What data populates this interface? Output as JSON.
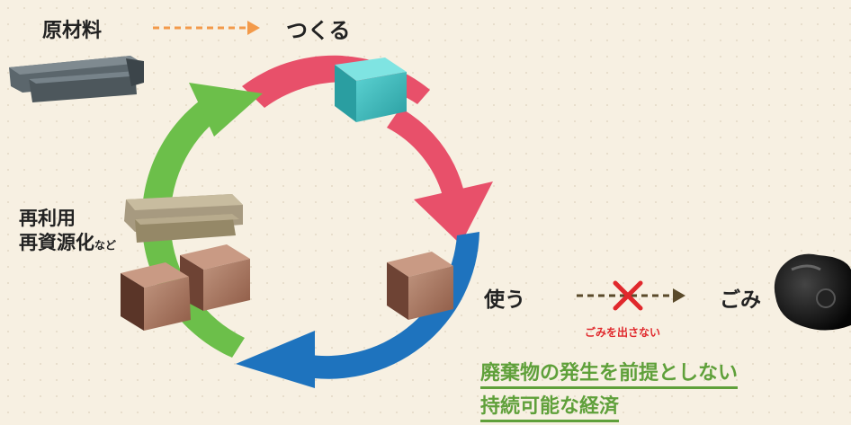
{
  "labels": {
    "raw_material": "原材料",
    "make": "つくる",
    "use": "使う",
    "waste": "ごみ",
    "reuse_line1": "再利用",
    "reuse_line2": "再資源化",
    "reuse_suffix": "など",
    "no_waste": "ごみを出さない"
  },
  "goal": {
    "line1": "廃棄物の発生を前提としない",
    "line2": "持続可能な経済"
  },
  "colors": {
    "make_arrow": "#e8506a",
    "use_arrow": "#1e73be",
    "recycle_arrow": "#6cbf4a",
    "linear_arrow_make": "#f39a4a",
    "linear_arrow_waste": "#5a4a2a",
    "cross": "#e0282c",
    "goal_text": "#5fa03a",
    "product_box": "#3bb6b8",
    "material_box": "#a8705a",
    "raw_bar": "#5b666c",
    "recycled_bar": "#a79a80",
    "waste_blob": "#111111"
  },
  "icons": [
    "raw-material-icon",
    "product-box-icon",
    "used-box-icon",
    "recycled-boxes-icon",
    "recycled-bars-icon",
    "waste-icon",
    "cross-icon"
  ]
}
